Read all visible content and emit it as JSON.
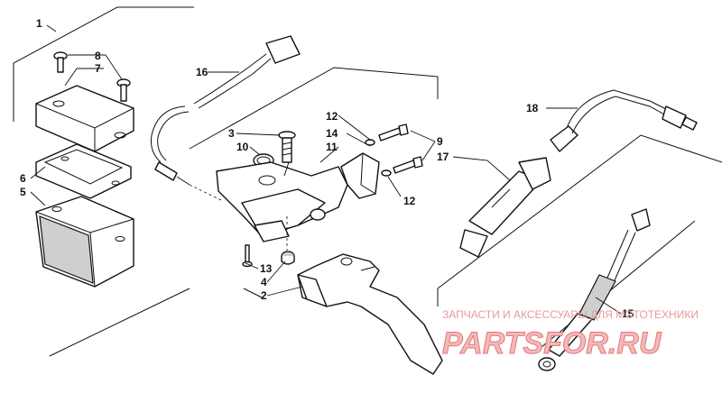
{
  "diagram": {
    "callouts": {
      "c1": "1",
      "c2": "2",
      "c3": "3",
      "c4": "4",
      "c5": "5",
      "c6": "6",
      "c7": "7",
      "c8": "8",
      "c9": "9",
      "c10": "10",
      "c11": "11",
      "c12a": "12",
      "c12b": "12",
      "c13": "13",
      "c14": "14",
      "c15": "15",
      "c16": "16",
      "c17": "17",
      "c18": "18"
    }
  },
  "watermark": {
    "tagline": "ЗАПЧАСТИ И АКСЕССУАРЫ ДЛЯ МОТОТЕХНИКИ",
    "logo": "PARTSFOR.RU",
    "color": "#e07a7a"
  }
}
